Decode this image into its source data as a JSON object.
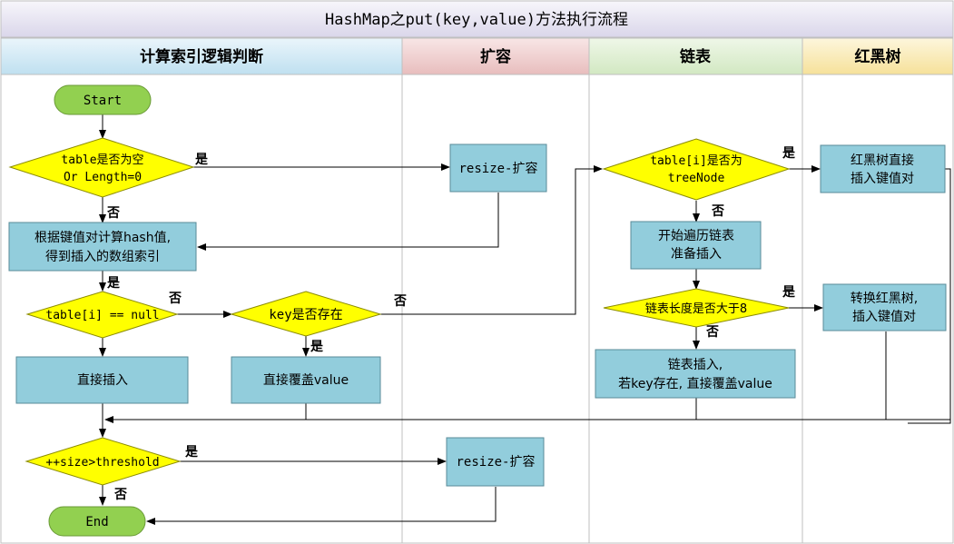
{
  "title": "HashMap之put(key,value)方法执行流程",
  "columns": {
    "index": "计算索引逻辑判断",
    "resize": "扩容",
    "linked": "链表",
    "rbtree": "红黑树"
  },
  "nodes": {
    "start": "Start",
    "end": "End",
    "table_empty": [
      "table是否为空",
      "Or Length=0"
    ],
    "resize_1": "resize-扩容",
    "resize_2": "resize-扩容",
    "compute_index": [
      "根据键值对计算hash值,",
      "得到插入的数组索引"
    ],
    "table_i_null": "table[i] == null",
    "key_exists": "key是否存在",
    "insert_direct": "直接插入",
    "overwrite_value": "直接覆盖value",
    "is_tree_node": [
      "table[i]是否为",
      "treeNode"
    ],
    "rb_insert": [
      "红黑树直接",
      "插入键值对"
    ],
    "traverse_list": [
      "开始遍历链表",
      "准备插入"
    ],
    "list_len_gt8": "链表长度是否大于8",
    "convert_rb": [
      "转换红黑树,",
      "插入键值对"
    ],
    "list_insert": [
      "链表插入,",
      "若key存在, 直接覆盖value"
    ],
    "size_threshold": "++size>threshold"
  },
  "edge_labels": {
    "yes": "是",
    "no": "否"
  },
  "colors": {
    "title_bg": "#E8E6F2",
    "col_index": "#C9E4F2",
    "col_resize": "#ECC5C5",
    "col_linked": "#D9EBCB",
    "col_rbtree": "#F7E6A6",
    "terminal": "#92D050",
    "decision": "#FFFF00",
    "process": "#92CDDC",
    "line": "#000000",
    "grid": "#BFBFBF"
  }
}
